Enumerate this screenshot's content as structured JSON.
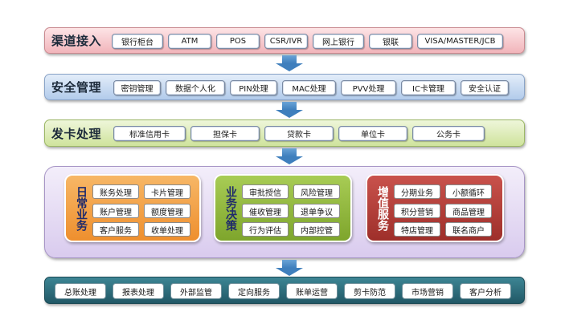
{
  "rows": [
    {
      "title": "渠道接入",
      "items": [
        "银行柜台",
        "ATM",
        "POS",
        "CSR/IVR",
        "网上银行",
        "银联",
        "VISA/MASTER/JCB"
      ]
    },
    {
      "title": "安全管理",
      "items": [
        "密钥管理",
        "数据个人化",
        "PIN处理",
        "MAC处理",
        "PVV处理",
        "IC卡管理",
        "安全认证"
      ]
    },
    {
      "title": "发卡处理",
      "items": [
        "标准信用卡",
        "担保卡",
        "贷款卡",
        "单位卡",
        "公务卡"
      ]
    }
  ],
  "groups": [
    {
      "title": "日常业务",
      "items": [
        "账务处理",
        "卡片管理",
        "账户管理",
        "额度管理",
        "客户服务",
        "收单处理"
      ]
    },
    {
      "title": "业务决策",
      "items": [
        "审批授信",
        "风险管理",
        "催收管理",
        "退单争议",
        "行为评估",
        "内部控管"
      ]
    },
    {
      "title": "增值服务",
      "items": [
        "分期业务",
        "小额循环",
        "积分营销",
        "商品管理",
        "特店管理",
        "联名商户"
      ]
    }
  ],
  "bottom": {
    "items": [
      "总账处理",
      "报表处理",
      "外部监管",
      "定向服务",
      "账单运营",
      "剪卡防范",
      "市场营销",
      "客户分析"
    ]
  },
  "colors": {
    "row1": "#f4c2c6",
    "row2": "#c5d8f0",
    "row3": "#dbe9b8",
    "center": "#e6dcf2",
    "g1": "#f3a04a",
    "g2": "#8fb83a",
    "g3": "#b8403c",
    "bottom": "#2d6f7c"
  }
}
